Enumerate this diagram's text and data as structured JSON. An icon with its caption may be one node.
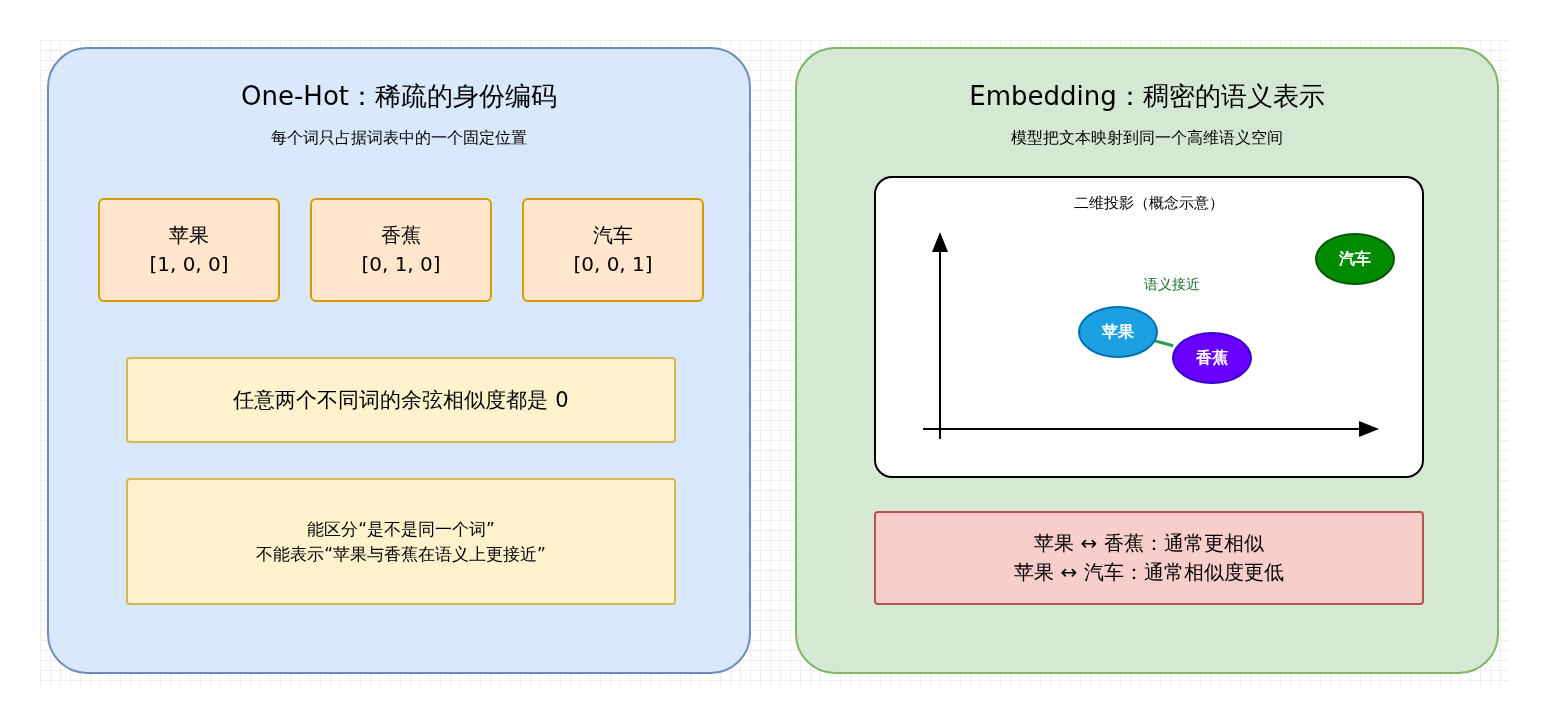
{
  "diagram": {
    "nodes": [
      {
        "text": [
          "One-Hot：稀疏的身份编码",
          "每个词只占据词表中的一个固定位置"
        ]
      },
      {
        "text": [
          "苹果",
          "[1, 0, 0]"
        ],
        "in": 0
      },
      {
        "text": [
          "香蕉",
          "[0, 1, 0]"
        ],
        "in": 0
      },
      {
        "text": [
          "汽车",
          "[0, 0, 1]"
        ],
        "in": 0
      },
      {
        "text": [
          "任意两个不同词的余弦相似度都是 0"
        ],
        "in": 0
      },
      {
        "text": [
          "能区分“是不是同一个词”",
          "不能表示“苹果与香蕉在语义上更接近”"
        ],
        "in": 0
      },
      {
        "text": [
          "Embedding：稠密的语义表示",
          "模型把文本映射到同一个高维语义空间"
        ]
      },
      {
        "text": [
          "二维投影（概念示意）"
        ],
        "in": 6
      },
      {
        "text": [
          "汽车"
        ],
        "in": 7
      },
      {
        "text": [
          "苹果"
        ],
        "in": 7
      },
      {
        "text": [
          "香蕉"
        ],
        "in": 7
      },
      {
        "text": [
          "苹果 ↔ 香蕉：通常更相似",
          "苹果 ↔ 汽车：通常相似度更低"
        ],
        "in": 6
      }
    ],
    "edges": [
      {
        "from": 9,
        "to": 10,
        "arrow": "none",
        "color": "#2e9e4f"
      }
    ],
    "labels": [
      "语义接近"
    ]
  }
}
